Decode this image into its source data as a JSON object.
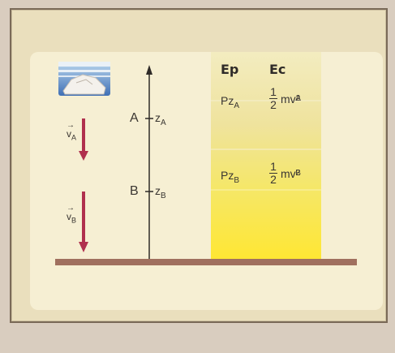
{
  "headers": {
    "ep": "Ep",
    "ec": "Ec"
  },
  "points": {
    "a": {
      "name": "A",
      "z": "z",
      "z_sub": "A"
    },
    "b": {
      "name": "B",
      "z": "z",
      "z_sub": "B"
    }
  },
  "velocity": {
    "a": {
      "v": "v",
      "sub": "A",
      "arrow": "→"
    },
    "b": {
      "v": "v",
      "sub": "B",
      "arrow": "→"
    }
  },
  "ep_values": {
    "a": {
      "text": "Pz",
      "sub": "A"
    },
    "b": {
      "text": "Pz",
      "sub": "B"
    }
  },
  "ec_values": {
    "a": {
      "num": "1",
      "den": "2",
      "expr": "mv",
      "sup": "2",
      "sub": "A"
    },
    "b": {
      "num": "1",
      "den": "2",
      "expr": "mv",
      "sup": "2",
      "sub": "B"
    }
  },
  "colors": {
    "arrow": "#b0304e",
    "ground": "#a0705e",
    "column_top": "#f1e6a8",
    "column_bottom": "#ffe733"
  }
}
